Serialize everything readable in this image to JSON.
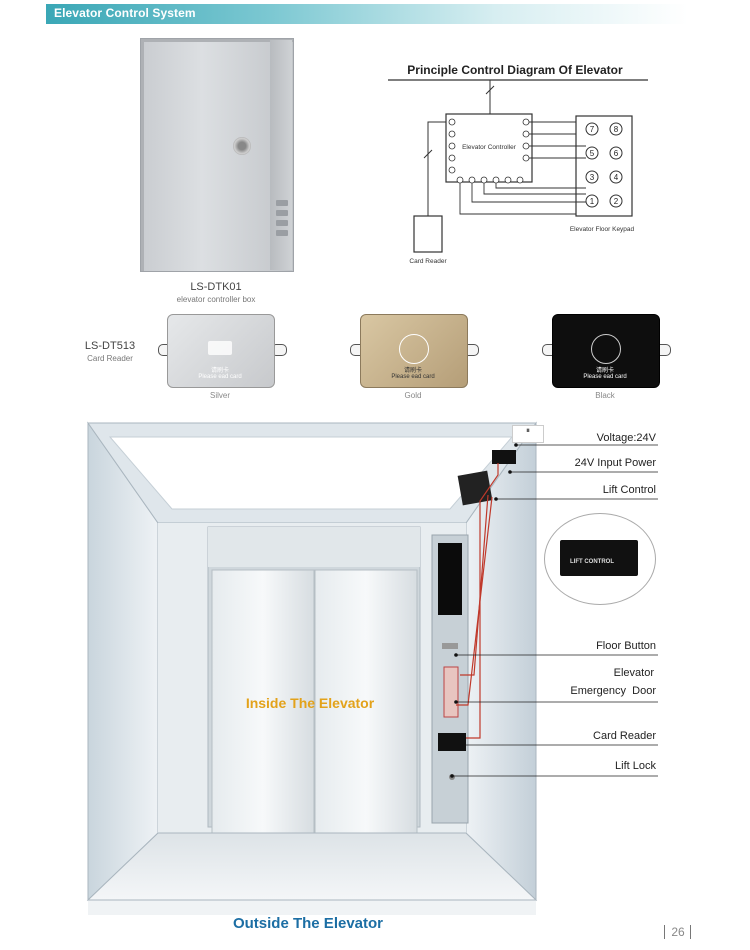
{
  "header": {
    "title": "Elevator Control System",
    "accent": "#3aa7b6"
  },
  "controller_box": {
    "model": "LS-DTK01",
    "description": "elevator controller box"
  },
  "diagram": {
    "title": "Principle Control Diagram Of Elevator",
    "controller_label": "Elevator Controller",
    "card_reader_label": "Card Reader",
    "keypad_label": "Elevator Floor Keypad",
    "keys": [
      "7",
      "8",
      "5",
      "6",
      "3",
      "4",
      "1",
      "2"
    ]
  },
  "card_reader": {
    "model": "LS-DT513",
    "description": "Card Reader",
    "chinese_text": "请刷卡",
    "prompt": "Please ead card",
    "variants": [
      {
        "name": "Silver",
        "color": "#d8dadc"
      },
      {
        "name": "Gold",
        "color": "#c9b48f"
      },
      {
        "name": "Black",
        "color": "#0e0e0e"
      }
    ]
  },
  "illustration": {
    "inside_label": "Inside The Elevator",
    "outside_label": "Outside The Elevator",
    "inside_color": "#e3a21a",
    "outside_color": "#1c6ea4",
    "lift_control_box_label": "LIFT CONTROL",
    "callouts": [
      "Voltage:24V",
      "24V Input Power",
      "Lift Control",
      "Floor Button",
      "Elevator",
      "Emergency  Door",
      "Card Reader",
      "Lift Lock"
    ]
  },
  "page_number": "26"
}
